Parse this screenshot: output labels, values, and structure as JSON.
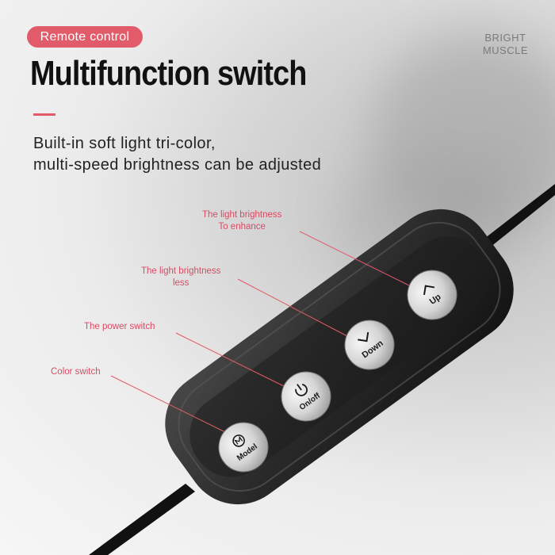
{
  "header": {
    "badge": "Remote control",
    "brand_line1": "BRIGHT",
    "brand_line2": "MUSCLE",
    "title": "Multifunction switch",
    "desc_line1": "Built-in soft light tri-color,",
    "desc_line2": "multi-speed brightness can be adjusted"
  },
  "callouts": {
    "up_line1": "The light brightness",
    "up_line2": "To enhance",
    "down_line1": "The light brightness",
    "down_line2": "less",
    "power": "The power switch",
    "color": "Color switch"
  },
  "buttons": {
    "up": "Up",
    "down": "Down",
    "power": "On/off",
    "model": "Model"
  },
  "icons": {
    "up": "chevron-up-icon",
    "down": "chevron-down-icon",
    "power": "power-icon",
    "model": "m-circle-icon"
  },
  "colors": {
    "accent": "#e25b6a",
    "callout_text": "#d94b63"
  }
}
